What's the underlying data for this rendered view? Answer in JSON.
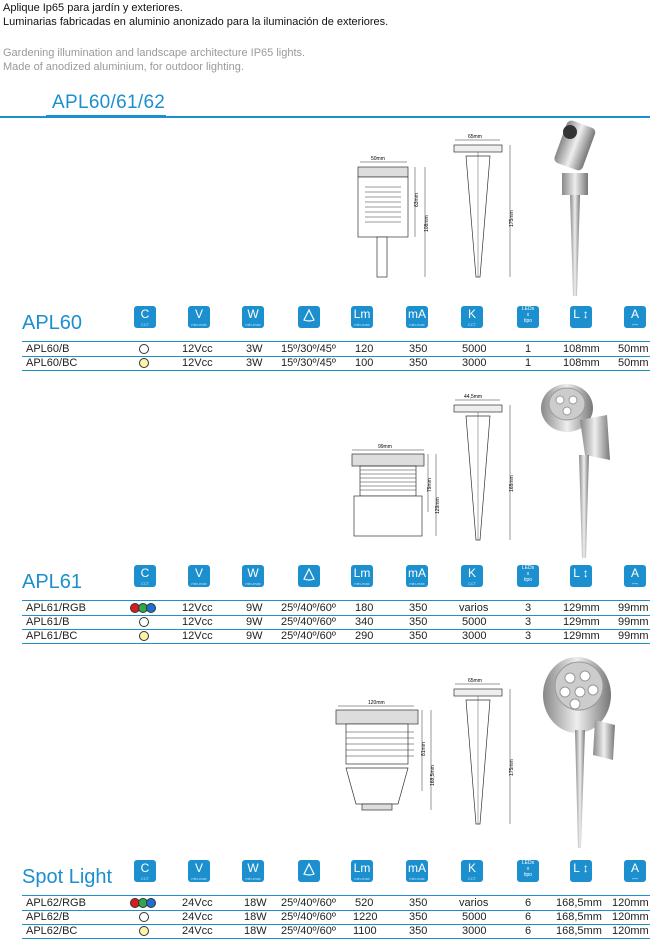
{
  "intro": {
    "es_line1": "Aplique Ip65 para jardín y exteriores.",
    "es_line2": "Luminarias fabricadas en aluminio anonizado para la iluminación de exteriores.",
    "en_line1": "Gardening illumination and landscape architecture IP65 lights.",
    "en_line2": "Made of anodized aluminium, for outdoor lighting."
  },
  "series_title": "APL60/61/62",
  "icons": {
    "color": {
      "label": "C",
      "sub": "CCT"
    },
    "voltage": {
      "label": "V",
      "sub": "min-max"
    },
    "watts": {
      "label": "W",
      "sub": "min-max"
    },
    "angle": {
      "label": "",
      "sub": ""
    },
    "lumens": {
      "label": "Lm",
      "sub": "min-max"
    },
    "current": {
      "label": "mA",
      "sub": "min-max"
    },
    "kelvin": {
      "label": "K",
      "sub": "CCT"
    },
    "leds": {
      "label": "LEDs",
      "x": "x",
      "sub": "tipo"
    },
    "length": {
      "label": "L",
      "sub": ""
    },
    "width": {
      "label": "A",
      "sub": ""
    }
  },
  "sections": [
    {
      "name": "APL60",
      "dims": {
        "top_w": "50mm",
        "h1": "63mm",
        "h2": "108mm",
        "spike_w": "65mm",
        "spike_h": "175mm"
      },
      "rows": [
        {
          "model": "APL60/B",
          "color": "white",
          "voltage": "12Vcc",
          "watts": "3W",
          "angle": "15º/30º/45º",
          "lumens": "120",
          "current": "350",
          "kelvin": "5000",
          "leds": "1",
          "length": "108mm",
          "width": "50mm"
        },
        {
          "model": "APL60/BC",
          "color": "yellow",
          "voltage": "12Vcc",
          "watts": "3W",
          "angle": "15º/30º/45º",
          "lumens": "100",
          "current": "350",
          "kelvin": "3000",
          "leds": "1",
          "length": "108mm",
          "width": "50mm"
        }
      ]
    },
    {
      "name": "APL61",
      "dims": {
        "top_w": "99mm",
        "h1": "79mm",
        "h2": "129mm",
        "spike_w": "44,5mm",
        "spike_h": "168mm"
      },
      "rows": [
        {
          "model": "APL61/RGB",
          "color": "rgb",
          "voltage": "12Vcc",
          "watts": "9W",
          "angle": "25º/40º/60º",
          "lumens": "180",
          "current": "350",
          "kelvin": "varios",
          "leds": "3",
          "length": "129mm",
          "width": "99mm"
        },
        {
          "model": "APL61/B",
          "color": "white",
          "voltage": "12Vcc",
          "watts": "9W",
          "angle": "25º/40º/60º",
          "lumens": "340",
          "current": "350",
          "kelvin": "5000",
          "leds": "3",
          "length": "129mm",
          "width": "99mm"
        },
        {
          "model": "APL61/BC",
          "color": "yellow",
          "voltage": "12Vcc",
          "watts": "9W",
          "angle": "25º/40º/60º",
          "lumens": "290",
          "current": "350",
          "kelvin": "3000",
          "leds": "3",
          "length": "129mm",
          "width": "99mm"
        }
      ]
    },
    {
      "name": "Spot Light",
      "dims": {
        "top_w": "120mm",
        "h1": "81mm",
        "h2": "168,5mm",
        "spike_w": "65mm",
        "spike_h": "175mm"
      },
      "rows": [
        {
          "model": "APL62/RGB",
          "color": "rgb",
          "voltage": "24Vcc",
          "watts": "18W",
          "angle": "25º/40º/60º",
          "lumens": "520",
          "current": "350",
          "kelvin": "varios",
          "leds": "6",
          "length": "168,5mm",
          "width": "120mm"
        },
        {
          "model": "APL62/B",
          "color": "white",
          "voltage": "24Vcc",
          "watts": "18W",
          "angle": "25º/40º/60º",
          "lumens": "1220",
          "current": "350",
          "kelvin": "5000",
          "leds": "6",
          "length": "168,5mm",
          "width": "120mm"
        },
        {
          "model": "APL62/BC",
          "color": "yellow",
          "voltage": "24Vcc",
          "watts": "18W",
          "angle": "25º/40º/60º",
          "lumens": "1100",
          "current": "350",
          "kelvin": "3000",
          "leds": "6",
          "length": "168,5mm",
          "width": "120mm"
        }
      ]
    }
  ]
}
